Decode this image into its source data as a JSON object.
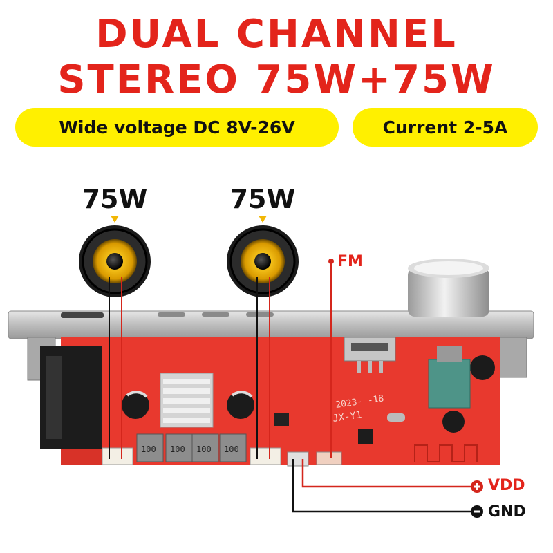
{
  "headline": {
    "line1": "DUAL CHANNEL",
    "line2": "STEREO 75W+75W"
  },
  "badges": {
    "voltage": "Wide voltage DC 8V-26V",
    "current": "Current 2-5A"
  },
  "speakers": [
    {
      "power": "75W"
    },
    {
      "power": "75W"
    }
  ],
  "labels": {
    "fm": "FM",
    "vdd": "VDD",
    "gnd": "GND"
  },
  "board_markings": {
    "date": "2023-  -18",
    "model": "JX-Y1",
    "resistor": "100"
  },
  "colors": {
    "title_red": "#e3241b",
    "badge_yellow": "#fff000",
    "board_red": "#e8392e",
    "panel_silver": "#c9c9c9",
    "speaker_cone": "#f2b705"
  }
}
